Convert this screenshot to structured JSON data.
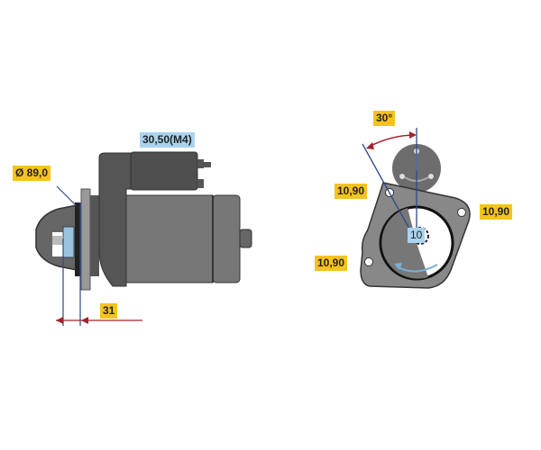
{
  "side_view": {
    "diameter_label": "Ø 89,0",
    "terminal_label": "30,50(M4)",
    "offset_label": "31"
  },
  "front_view": {
    "angle_label": "30°",
    "hole_labels": [
      "10,90",
      "10,90",
      "10,90"
    ],
    "teeth_label": "10"
  },
  "colors": {
    "dimension_yellow": "#f6c31c",
    "terminal_blue": "#a9d3ee",
    "dimension_line": "#2a4a8a",
    "arrow_red": "#a0242c",
    "body_gray": "#6d6d6d"
  }
}
